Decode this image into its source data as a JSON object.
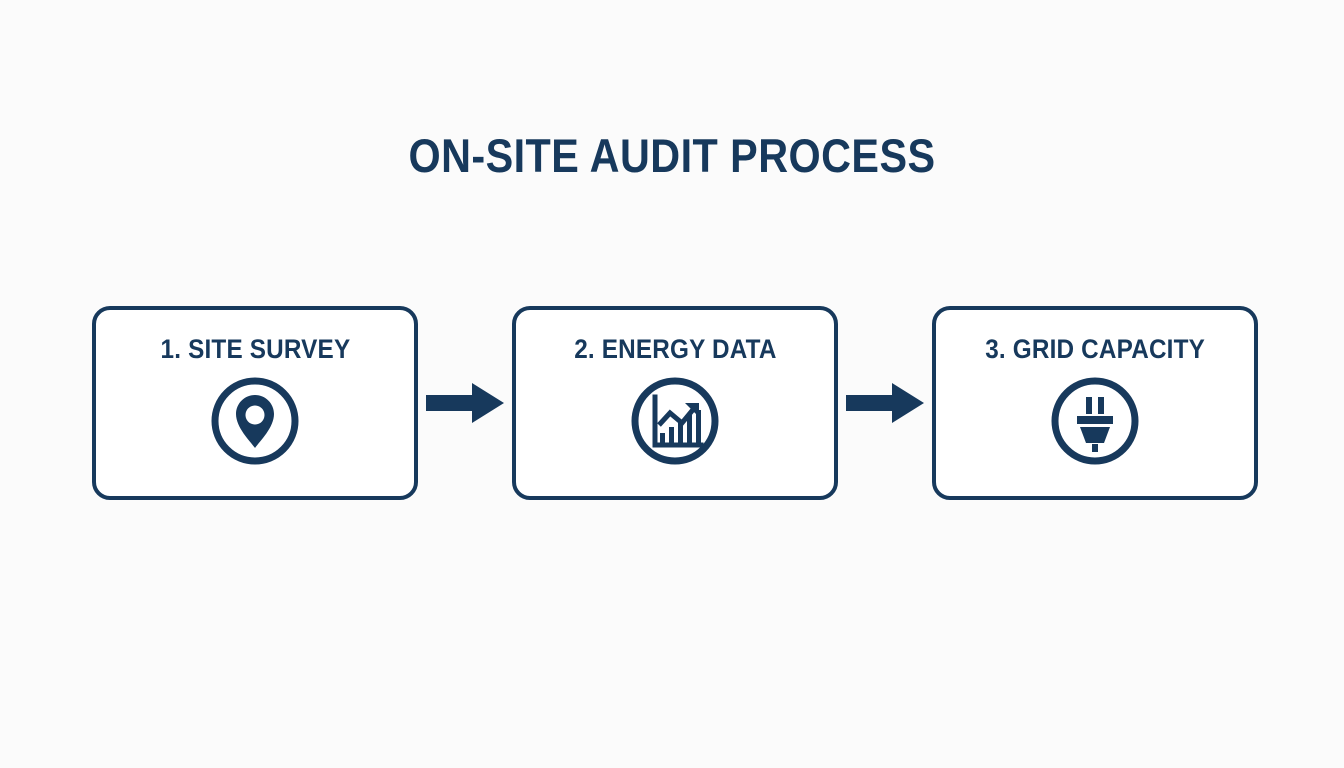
{
  "page": {
    "title": "ON-SITE AUDIT PROCESS",
    "background_color": "#fbfbfb",
    "accent_color": "#17395c"
  },
  "flow": {
    "steps": [
      {
        "label": "1. SITE SURVEY",
        "icon": "map-pin-icon"
      },
      {
        "label": "2. ENERGY DATA",
        "icon": "bar-chart-growth-icon"
      },
      {
        "label": "3. GRID CAPACITY",
        "icon": "power-plug-icon"
      }
    ],
    "connectors": [
      {
        "icon": "arrow-right-icon"
      },
      {
        "icon": "arrow-right-icon"
      }
    ]
  }
}
